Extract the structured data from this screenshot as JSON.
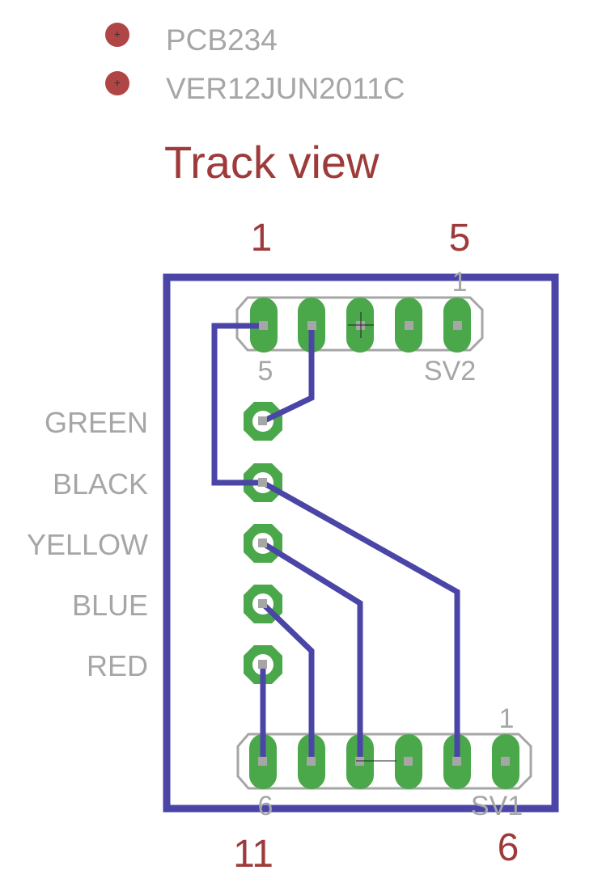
{
  "header": {
    "lines": [
      "PCB234",
      "VER12JUN2011C"
    ],
    "title": "Track view"
  },
  "board": {
    "corner_labels": {
      "top_left": "1",
      "top_right": "5",
      "bottom_left": "11",
      "bottom_right": "6"
    }
  },
  "connectors": {
    "sv2": {
      "name": "SV2",
      "pin1_label": "1",
      "pin5_label": "5"
    },
    "sv1": {
      "name": "SV1",
      "pin1_label": "1",
      "pin6_label": "6"
    }
  },
  "wires": [
    "GREEN",
    "BLACK",
    "YELLOW",
    "BLUE",
    "RED"
  ],
  "colors": {
    "track": "#4a45a6",
    "pad": "#4aa84a",
    "pad_outline": "#a6a6a6",
    "label_grey": "#a6a6a6",
    "label_red": "#9e3a3a",
    "drill": "#a6a6a6"
  }
}
